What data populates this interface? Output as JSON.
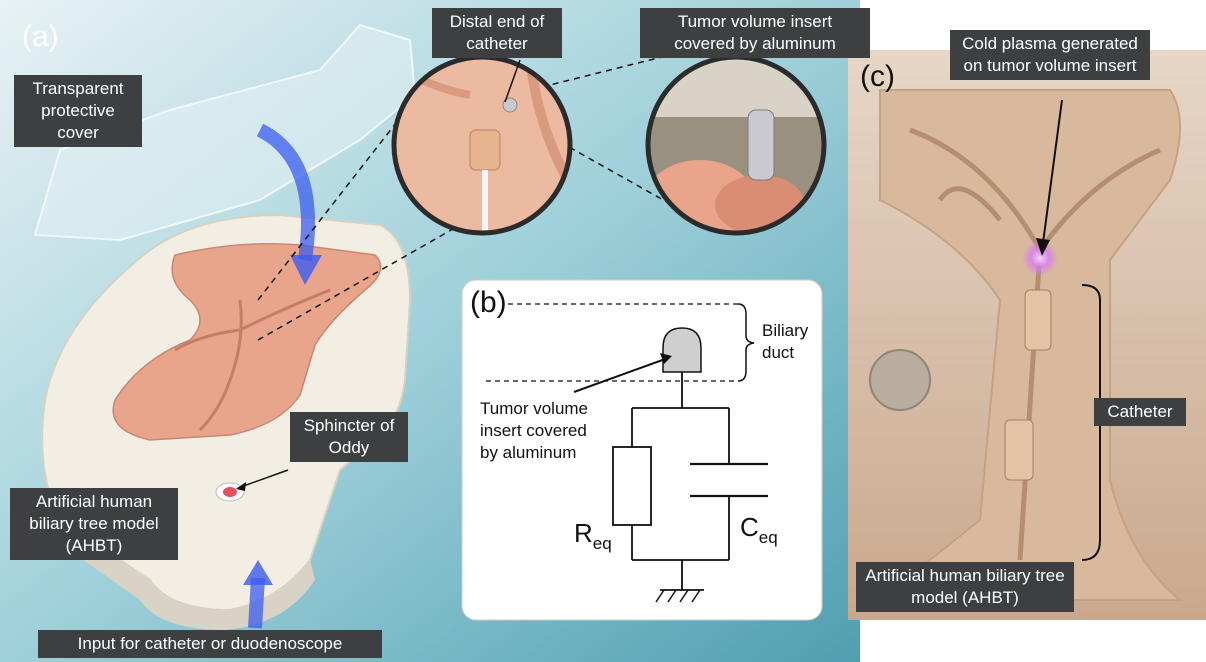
{
  "panels": {
    "a": "(a)",
    "b": "(b)",
    "c": "(c)"
  },
  "labels": {
    "cover": "Transparent protective cover",
    "distal": "Distal end of catheter",
    "tumor_insert_photo": "Tumor volume insert covered by aluminum",
    "cold_plasma": "Cold plasma generated on tumor volume insert",
    "sphincter": "Sphincter of Oddy",
    "ahbt_left": "Artificial human biliary tree model (AHBT)",
    "input": "Input for catheter or duodenoscope",
    "catheter": "Catheter",
    "ahbt_right": "Artificial human biliary tree model (AHBT)"
  },
  "circuit": {
    "biliary_duct": "Biliary duct",
    "insert_note": "Tumor volume insert covered by aluminum",
    "resistor_label": "R",
    "resistor_sub": "eq",
    "capacitor_label": "C",
    "capacitor_sub": "eq"
  },
  "colors": {
    "tag_bg": "#3d3f41",
    "tissue": "#e9a58c",
    "plasma": "#d77cf2",
    "arrow_blue": "#3b5cf0"
  }
}
